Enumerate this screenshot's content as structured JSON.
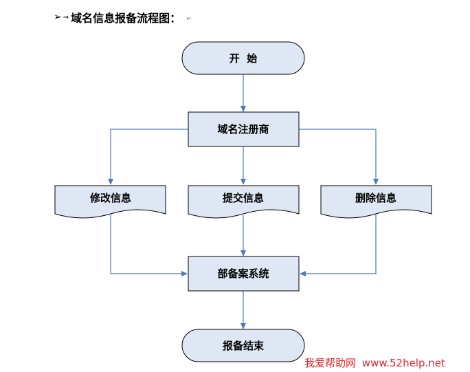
{
  "heading": {
    "bullet": "➢",
    "tab_arrow": "→",
    "text": "域名信息报备流程图：",
    "paragraph_mark": "↵"
  },
  "nodes": {
    "start": "开  始",
    "registrar": "域名注册商",
    "modify": "修改信息",
    "submit": "提交信息",
    "delete": "删除信息",
    "ministry": "部备案系统",
    "end": "报备结束"
  },
  "colors": {
    "fill": "#dfe7f4",
    "stroke": "#000000",
    "connector": "#4f79b8"
  },
  "watermark": {
    "site_name": "我爱帮助网",
    "url": "www.52help.net"
  }
}
